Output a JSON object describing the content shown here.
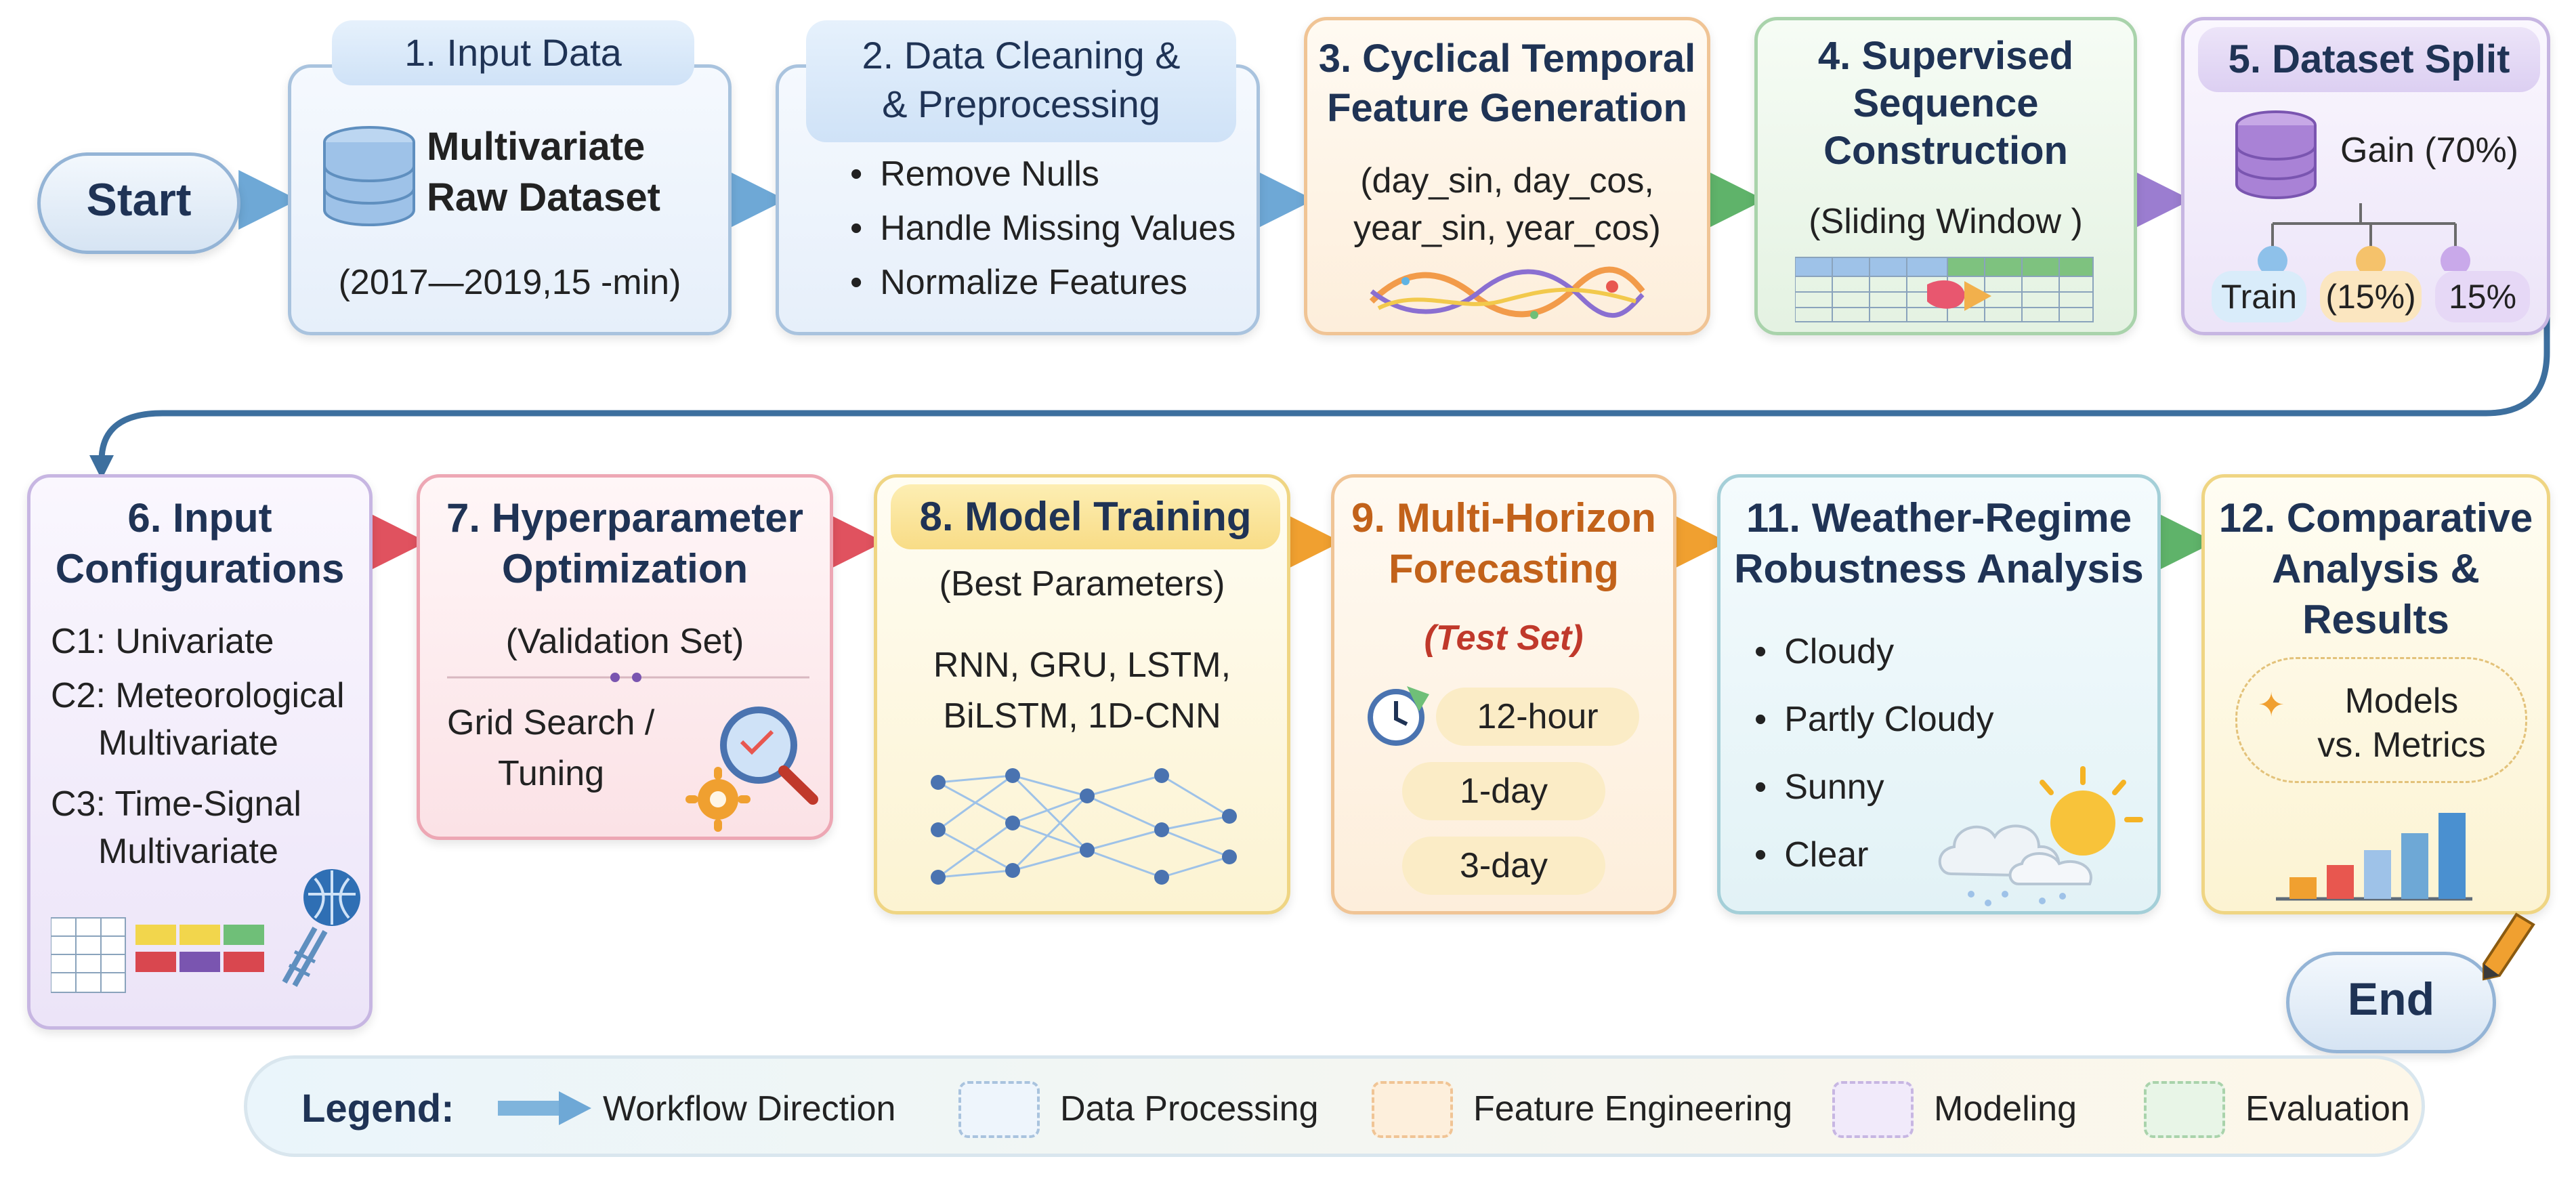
{
  "start_label": "Start",
  "end_label": "End",
  "steps": {
    "s1": {
      "title": "1. Input Data",
      "name_line1": "Multivariate",
      "name_line2": "Raw Dataset",
      "period": "(2017—2019,15 -min)"
    },
    "s2": {
      "title_line1": "2. Data Cleaning &",
      "title_line2": "& Preprocessing",
      "bullets": [
        "Remove Nulls",
        "Handle Missing Values",
        "Normalize Features"
      ]
    },
    "s3": {
      "title_line1": "3. Cyclical Temporal",
      "title_line2": "Feature Generation",
      "features_line1": "(day_sin, day_cos,",
      "features_line2": "year_sin, year_cos)"
    },
    "s4": {
      "title_line1": "4. Supervised",
      "title_line2": "Sequence",
      "title_line3": "Construction",
      "method": "(Sliding Window )"
    },
    "s5": {
      "title": "5. Dataset Split",
      "gain": "Gain (70%)",
      "splits": [
        "Train",
        "(15%)",
        "15%"
      ]
    },
    "s6": {
      "title_line1": "6. Input",
      "title_line2": "Configurations",
      "configs": [
        {
          "line1": "C1: Univariate",
          "line2": ""
        },
        {
          "line1": "C2: Meteorological",
          "line2": "Multivariate"
        },
        {
          "line1": "C3: Time-Signal",
          "line2": "Multivariate"
        }
      ]
    },
    "s7": {
      "title_line1": "7. Hyperparameter",
      "title_line2": "Optimization",
      "set": "(Validation Set)",
      "method_line1": "Grid Search /",
      "method_line2": "Tuning"
    },
    "s8": {
      "title": "8. Model Training",
      "subtitle": "(Best Parameters)",
      "models_line1": "RNN, GRU, LSTM,",
      "models_line2": "BiLSTM, 1D-CNN"
    },
    "s9": {
      "title_line1": "9. Multi-Horizon",
      "title_line2": "Forecasting",
      "set": "(Test Set)",
      "horizons": [
        "12-hour",
        "1-day",
        "3-day"
      ]
    },
    "s11": {
      "title_line1": "11. Weather-Regime",
      "title_line2": "Robustness Analysis",
      "regimes": [
        "Cloudy",
        "Partly Cloudy",
        "Sunny",
        "Clear"
      ]
    },
    "s12": {
      "title_line1": "12. Comparative",
      "title_line2": "Analysis &",
      "title_line3": "Results",
      "note_line1": "Models",
      "note_line2": "vs. Metrics"
    }
  },
  "legend": {
    "title": "Legend:",
    "items": [
      "Workflow Direction",
      "Data Processing",
      "Feature Engineering",
      "Modeling",
      "Evaluation"
    ]
  },
  "colors": {
    "data_processing": "#a9c3de",
    "feature_engineering": "#f0c495",
    "modeling": "#c7b6e2",
    "evaluation": "#a9d3ab",
    "arrow": "#7fb4dc"
  }
}
